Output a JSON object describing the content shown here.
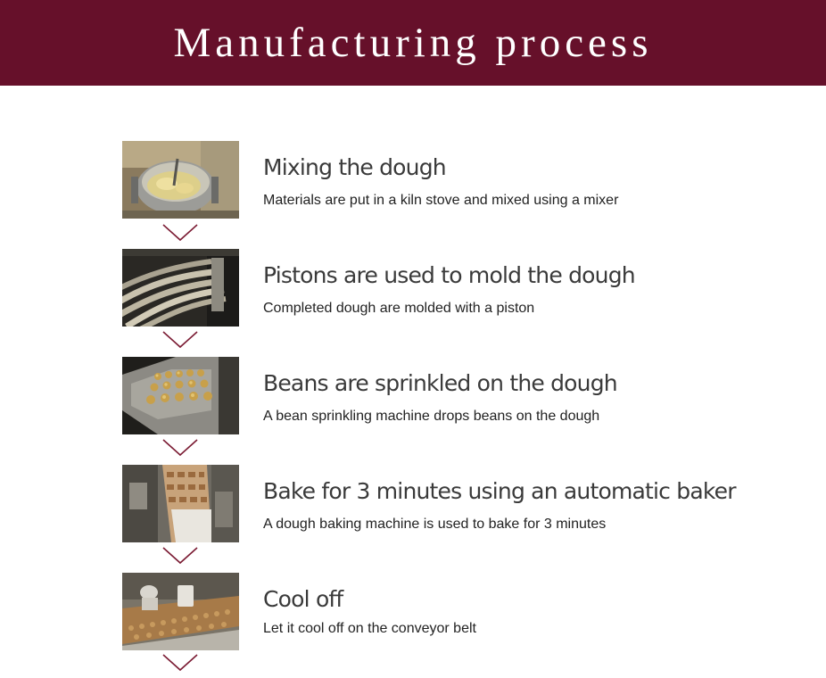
{
  "header": {
    "title": "Manufacturing process"
  },
  "steps": [
    {
      "title": "Mixing the dough",
      "description": "Materials are put in a kiln stove and mixed using a mixer",
      "image_icon": "dough-mixer-photo"
    },
    {
      "title": "Pistons are used to mold the dough",
      "description": "Completed dough are molded with a piston",
      "image_icon": "piston-hoses-photo"
    },
    {
      "title": "Beans are sprinkled on the dough",
      "description": "A bean sprinkling machine drops beans on the dough",
      "image_icon": "bean-sprinkler-photo"
    },
    {
      "title": "Bake for 3 minutes using an automatic baker",
      "description": "A dough baking machine is used to bake for 3 minutes",
      "image_icon": "automatic-baker-photo"
    },
    {
      "title": "Cool off",
      "description": "Let it cool off on the conveyor belt",
      "image_icon": "conveyor-belt-photo"
    }
  ],
  "colors": {
    "header_bg": "#66102a",
    "arrow": "#7a1a32",
    "title_text": "#3a3a3a"
  }
}
